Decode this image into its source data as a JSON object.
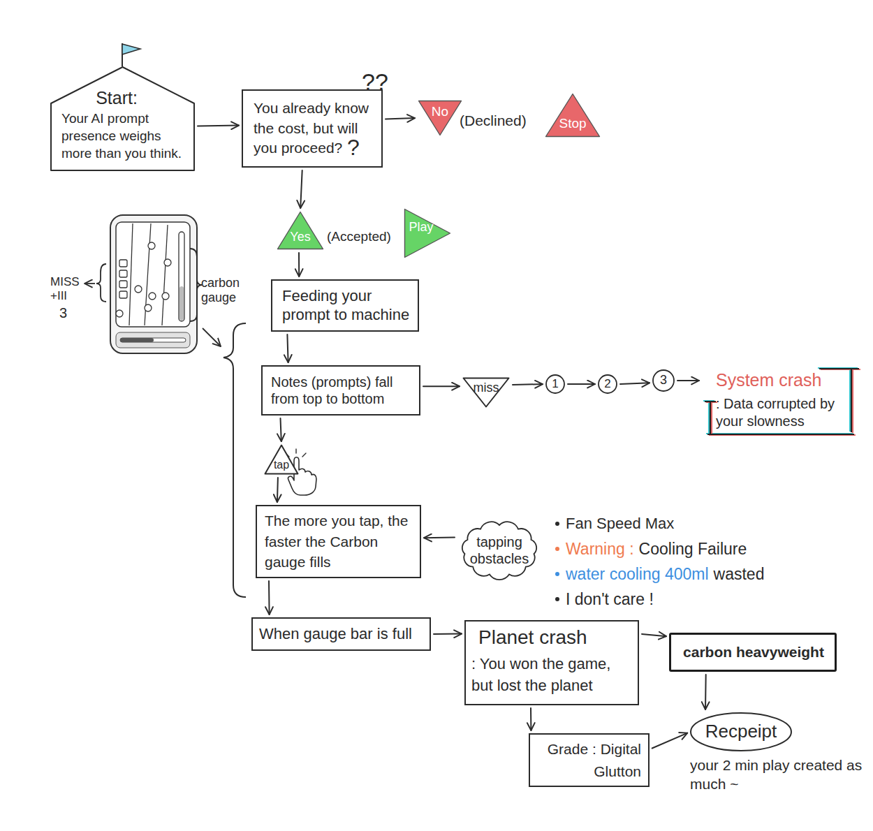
{
  "diagram": {
    "nodes": [
      {
        "text": [
          "Start:",
          "Your AI prompt presence weighs more than you think."
        ]
      },
      {
        "text": [
          "You already know the cost, but will you proceed?"
        ]
      },
      {
        "text": [
          "No"
        ]
      },
      {
        "text": [
          "Stop"
        ]
      },
      {
        "text": [
          "Yes"
        ]
      },
      {
        "text": [
          "Play"
        ]
      },
      {
        "text": [
          "Feeding your prompt to machine"
        ]
      },
      {
        "text": [
          "Notes (prompts) fall from top to bottom"
        ]
      },
      {
        "text": [
          "miss"
        ]
      },
      {
        "text": [
          "1"
        ]
      },
      {
        "text": [
          "2"
        ]
      },
      {
        "text": [
          "3"
        ]
      },
      {
        "text": [
          "System crash",
          ": Data corrupted by your slowness"
        ]
      },
      {
        "text": [
          "tap"
        ]
      },
      {
        "text": [
          "The more you tap, the faster the Carbon gauge fills"
        ]
      },
      {
        "text": [
          "tapping obstacles"
        ]
      },
      {
        "text": [
          "When gauge bar is full"
        ]
      },
      {
        "text": [
          "Planet crash",
          ": You won the game, but lost the planet"
        ]
      },
      {
        "text": [
          "carbon heavyweight"
        ]
      },
      {
        "text": [
          "Grade : Digital Glutton"
        ]
      },
      {
        "text": [
          "Recpeipt",
          "your 2 min play created as much ~"
        ]
      }
    ],
    "edges": [
      {
        "from": 0,
        "to": 1,
        "arrow": "to"
      },
      {
        "from": 1,
        "to": 2,
        "arrow": "to"
      },
      {
        "from": 1,
        "to": 4,
        "arrow": "to"
      },
      {
        "from": 4,
        "to": 6,
        "arrow": "to"
      },
      {
        "from": 6,
        "to": 7,
        "arrow": "to"
      },
      {
        "from": 7,
        "to": 8,
        "arrow": "to"
      },
      {
        "from": 8,
        "to": 9,
        "arrow": "to"
      },
      {
        "from": 9,
        "to": 10,
        "arrow": "to"
      },
      {
        "from": 10,
        "to": 11,
        "arrow": "to"
      },
      {
        "from": 11,
        "to": 12,
        "arrow": "to"
      },
      {
        "from": 7,
        "to": 13,
        "arrow": "to"
      },
      {
        "from": 13,
        "to": 14,
        "arrow": "to"
      },
      {
        "from": 15,
        "to": 14,
        "arrow": "to"
      },
      {
        "from": 14,
        "to": 16,
        "arrow": "to"
      },
      {
        "from": 16,
        "to": 17,
        "arrow": "to"
      },
      {
        "from": 17,
        "to": 18,
        "arrow": "to"
      },
      {
        "from": 17,
        "to": 19,
        "arrow": "to"
      },
      {
        "from": 18,
        "to": 20,
        "arrow": "to"
      },
      {
        "from": 19,
        "to": 20,
        "arrow": "to"
      }
    ],
    "labels": [
      "??",
      "?",
      "(Declined)",
      "(Accepted)",
      "MISS",
      "+III",
      "3",
      "carbon gauge",
      "Fan Speed Max",
      "Warning :",
      "Cooling Failure",
      "water cooling 400ml",
      "wasted",
      "I don't care !"
    ]
  }
}
